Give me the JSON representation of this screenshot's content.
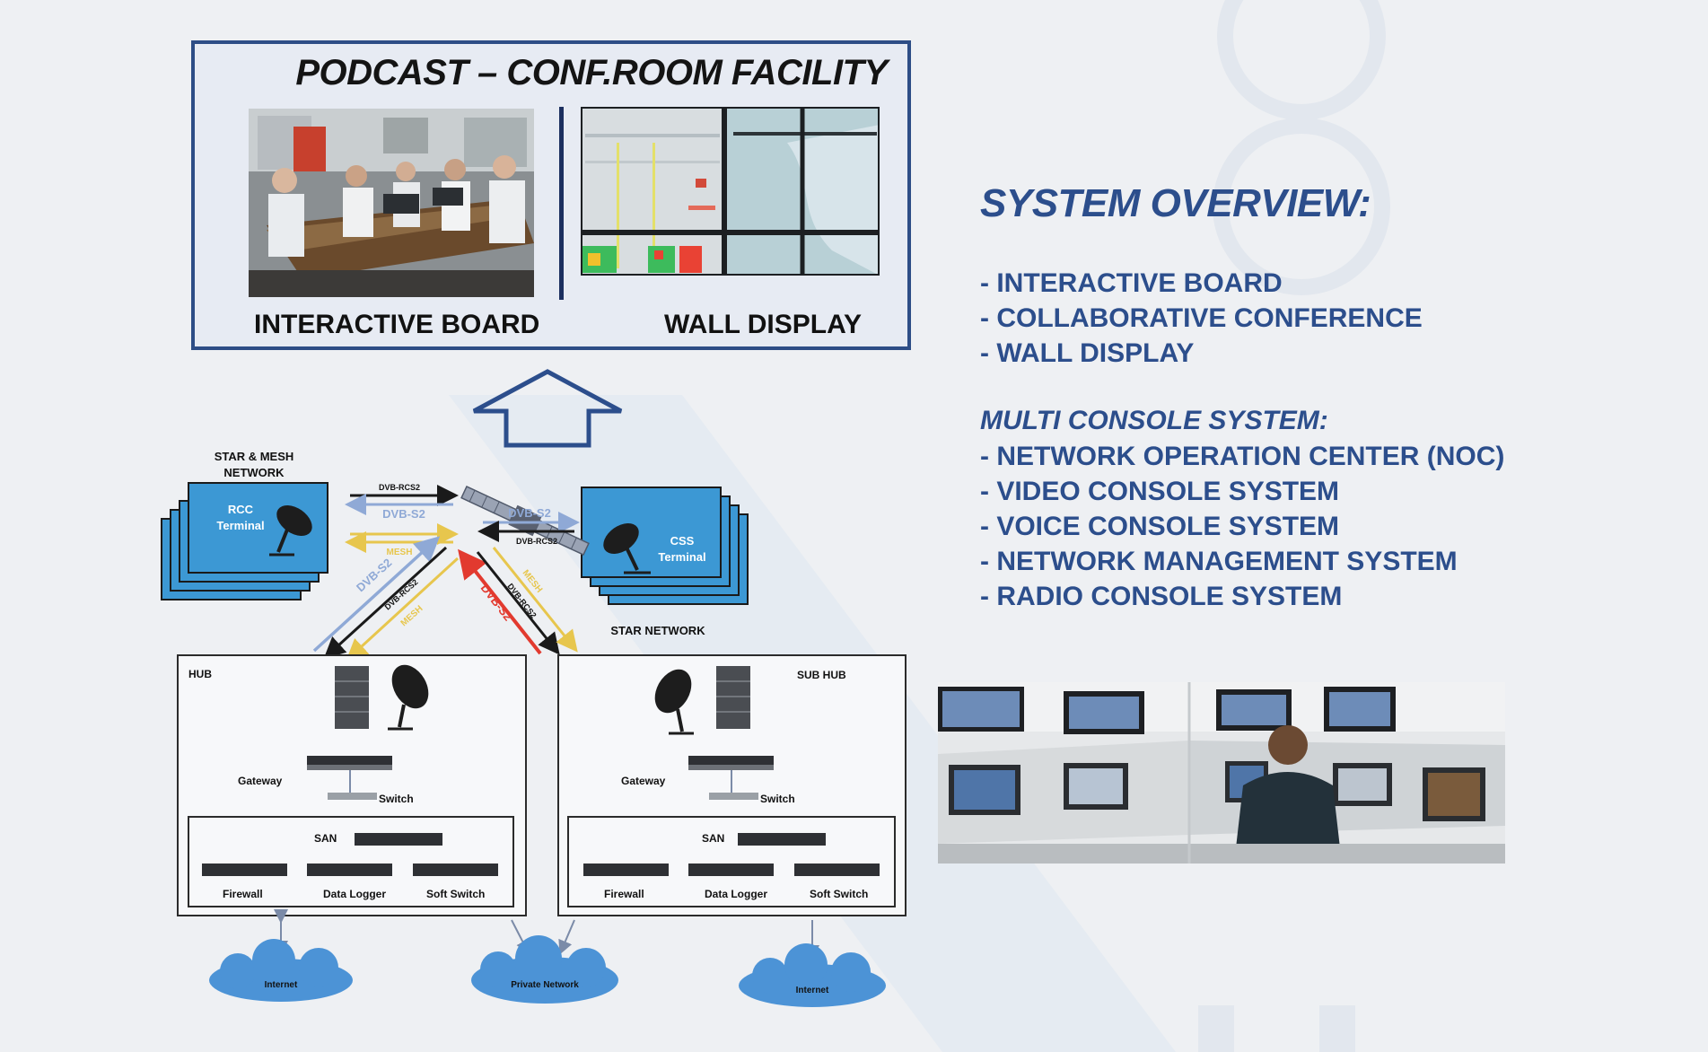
{
  "facility": {
    "title": "PODCAST – CONF.ROOM  FACILITY",
    "left_label": "INTERACTIVE  BOARD",
    "right_label": "WALL DISPLAY"
  },
  "overview": {
    "title": "SYSTEM OVERVIEW:",
    "items": [
      "- INTERACTIVE  BOARD",
      "- COLLABORATIVE CONFERENCE",
      "- WALL DISPLAY"
    ]
  },
  "multi_console": {
    "title": "MULTI CONSOLE SYSTEM:",
    "items": [
      "- NETWORK OPERATION CENTER (NOC)",
      "- VIDEO CONSOLE  SYSTEM",
      "- VOICE CONSOLE  SYSTEM",
      "- NETWORK MANAGEMENT SYSTEM",
      "- RADIO CONSOLE SYSTEM"
    ]
  },
  "network": {
    "star_mesh_label_1": "STAR & MESH",
    "star_mesh_label_2": "NETWORK",
    "star_network_label": "STAR NETWORK",
    "rcc_1": "RCC",
    "rcc_2": "Terminal",
    "css_1": "CSS",
    "css_2": "Terminal",
    "links": {
      "dvb_rcs2": "DVB-RCS2",
      "dvb_s2": "DVB-S2",
      "mesh": "MESH"
    },
    "hub": {
      "title": "HUB",
      "gateway": "Gateway",
      "switch": "Switch",
      "san": "SAN",
      "firewall": "Firewall",
      "data_logger": "Data Logger",
      "soft_switch": "Soft Switch"
    },
    "sub_hub": {
      "title": "SUB HUB",
      "gateway": "Gateway",
      "switch": "Switch",
      "san": "SAN",
      "firewall": "Firewall",
      "data_logger": "Data Logger",
      "soft_switch": "Soft Switch"
    },
    "clouds": [
      "Internet",
      "Private Network",
      "Internet"
    ]
  },
  "colors": {
    "title_blue": "#2c4e8c",
    "terminal_blue": "#3c98d4",
    "arrow_red": "#e23a2f",
    "arrow_yellow": "#e7c64d",
    "arrow_lightblue": "#9fb6dd",
    "cloud_blue": "#4c93d6"
  }
}
